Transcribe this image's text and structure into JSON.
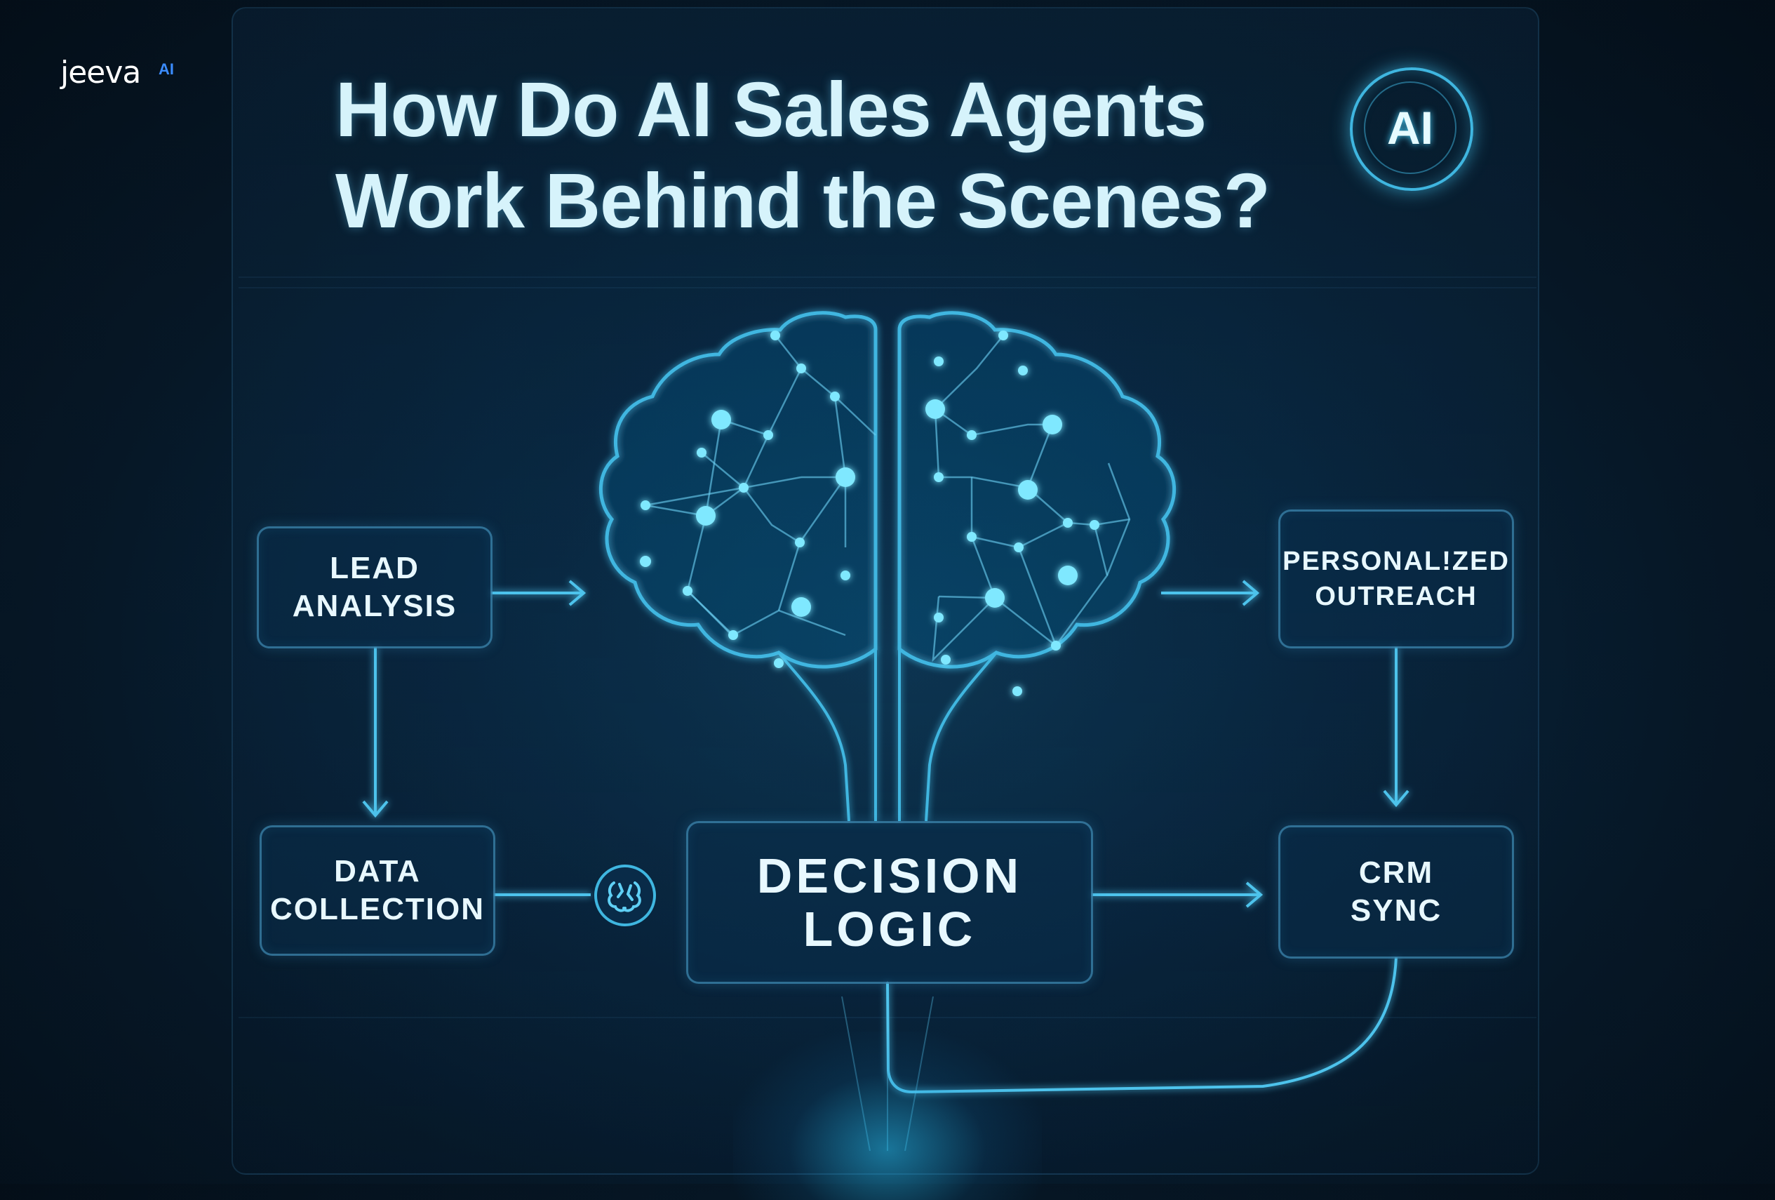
{
  "logo": {
    "wordmark": "jeeva",
    "badge": "AI"
  },
  "title": {
    "line1": "How Do AI Sales Agents",
    "line2": "Work Behind the Scenes?"
  },
  "ai_badge": {
    "label": "AI"
  },
  "nodes": {
    "lead_analysis": {
      "line1": "LEAD",
      "line2": "ANALYSIS"
    },
    "data_collection": {
      "line1": "DATA",
      "line2": "COLLECTION"
    },
    "decision_logic": {
      "line1": "DECISION",
      "line2": "LOGIC"
    },
    "personalized_outreach": {
      "line1": "PERSONAL!ZED",
      "line2": "OUTREACH"
    },
    "crm_sync": {
      "line1": "CRM",
      "line2": "SYNC"
    }
  },
  "colors": {
    "accent": "#3fb6e0",
    "node_glow": "#7fe8ff",
    "background": "#061726",
    "logo_badge": "#3b8cff"
  },
  "icons": [
    "brain-icon",
    "brain-chip-icon",
    "ai-badge-icon"
  ]
}
